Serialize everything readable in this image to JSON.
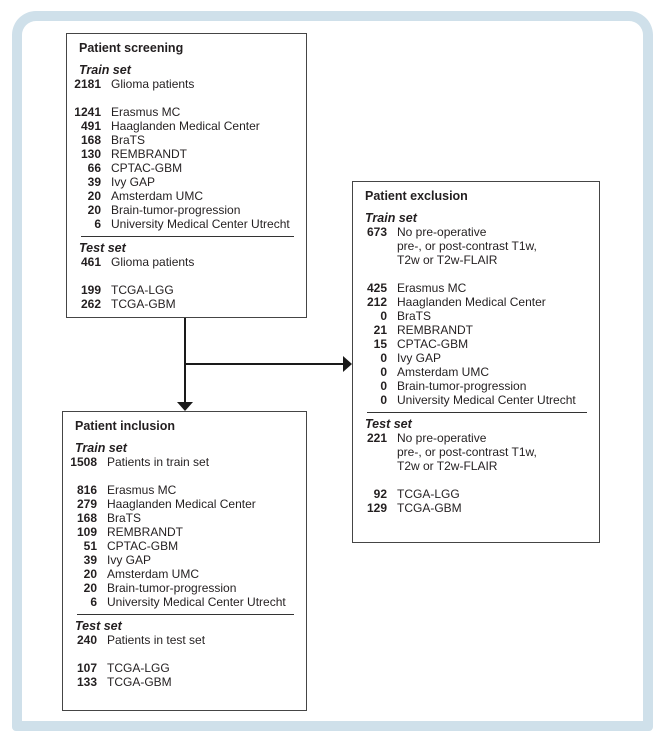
{
  "colors": {
    "frame_border": "#cfe0ea",
    "box_border": "#454545",
    "text": "#231f20",
    "arrow": "#1a1a1a",
    "background": "#ffffff"
  },
  "boxes": {
    "screening": {
      "title": "Patient screening",
      "sections": [
        {
          "header": "Train set",
          "summary": {
            "value": "2181",
            "label_lines": [
              "Glioma patients"
            ]
          },
          "rows": [
            {
              "value": "1241",
              "label": "Erasmus MC"
            },
            {
              "value": "491",
              "label": "Haaglanden Medical Center"
            },
            {
              "value": "168",
              "label": "BraTS"
            },
            {
              "value": "130",
              "label": "REMBRANDT"
            },
            {
              "value": "66",
              "label": "CPTAC-GBM"
            },
            {
              "value": "39",
              "label": "Ivy GAP"
            },
            {
              "value": "20",
              "label": "Amsterdam UMC"
            },
            {
              "value": "20",
              "label": "Brain-tumor-progression"
            },
            {
              "value": "6",
              "label": "University Medical Center Utrecht"
            }
          ]
        },
        {
          "header": "Test set",
          "summary": {
            "value": "461",
            "label_lines": [
              "Glioma patients"
            ]
          },
          "rows": [
            {
              "value": "199",
              "label": "TCGA-LGG"
            },
            {
              "value": "262",
              "label": "TCGA-GBM"
            }
          ]
        }
      ]
    },
    "exclusion": {
      "title": "Patient exclusion",
      "sections": [
        {
          "header": "Train set",
          "summary": {
            "value": "673",
            "label_lines": [
              "No pre-operative",
              "pre-, or post-contrast T1w,",
              "T2w or T2w-FLAIR"
            ]
          },
          "rows": [
            {
              "value": "425",
              "label": "Erasmus MC"
            },
            {
              "value": "212",
              "label": "Haaglanden Medical Center"
            },
            {
              "value": "0",
              "label": "BraTS"
            },
            {
              "value": "21",
              "label": "REMBRANDT"
            },
            {
              "value": "15",
              "label": "CPTAC-GBM"
            },
            {
              "value": "0",
              "label": "Ivy GAP"
            },
            {
              "value": "0",
              "label": "Amsterdam UMC"
            },
            {
              "value": "0",
              "label": "Brain-tumor-progression"
            },
            {
              "value": "0",
              "label": "University Medical Center Utrecht"
            }
          ]
        },
        {
          "header": "Test set",
          "summary": {
            "value": "221",
            "label_lines": [
              "No pre-operative",
              "pre-, or post-contrast T1w,",
              "T2w or T2w-FLAIR"
            ]
          },
          "rows": [
            {
              "value": "92",
              "label": "TCGA-LGG"
            },
            {
              "value": "129",
              "label": "TCGA-GBM"
            }
          ]
        }
      ]
    },
    "inclusion": {
      "title": "Patient inclusion",
      "sections": [
        {
          "header": "Train set",
          "summary": {
            "value": "1508",
            "label_lines": [
              "Patients in train set"
            ]
          },
          "rows": [
            {
              "value": "816",
              "label": "Erasmus MC"
            },
            {
              "value": "279",
              "label": "Haaglanden Medical Center"
            },
            {
              "value": "168",
              "label": "BraTS"
            },
            {
              "value": "109",
              "label": "REMBRANDT"
            },
            {
              "value": "51",
              "label": "CPTAC-GBM"
            },
            {
              "value": "39",
              "label": "Ivy GAP"
            },
            {
              "value": "20",
              "label": "Amsterdam UMC"
            },
            {
              "value": "20",
              "label": "Brain-tumor-progression"
            },
            {
              "value": "6",
              "label": "University Medical Center Utrecht"
            }
          ]
        },
        {
          "header": "Test set",
          "summary": {
            "value": "240",
            "label_lines": [
              "Patients in test set"
            ]
          },
          "rows": [
            {
              "value": "107",
              "label": "TCGA-LGG"
            },
            {
              "value": "133",
              "label": "TCGA-GBM"
            }
          ]
        }
      ]
    }
  }
}
